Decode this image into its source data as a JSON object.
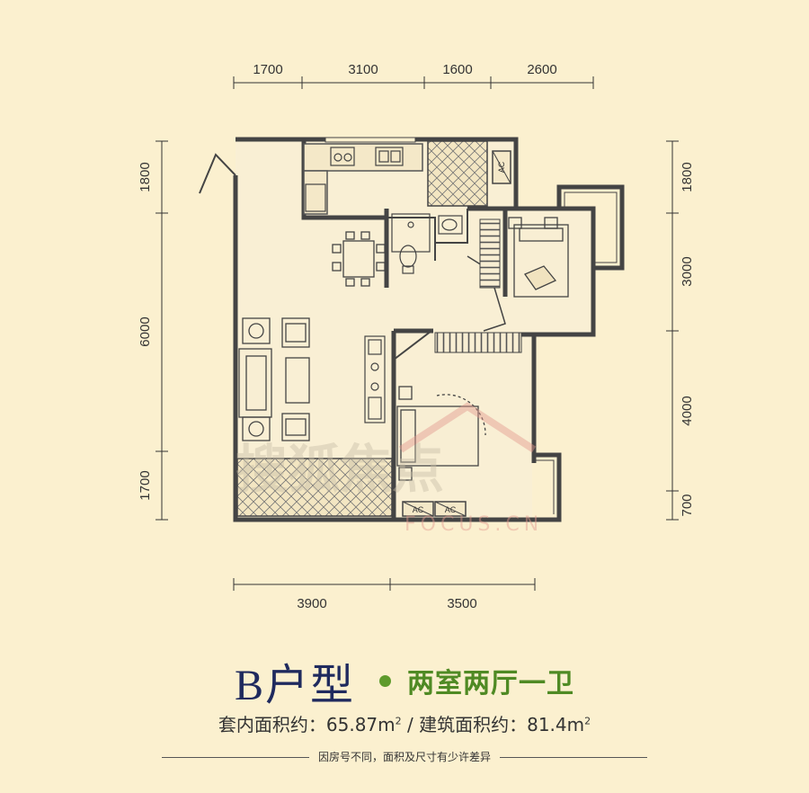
{
  "dimensions": {
    "top": [
      "1700",
      "3100",
      "1600",
      "2600"
    ],
    "bottom": [
      "3900",
      "3500"
    ],
    "left": [
      "1800",
      "6000",
      "1700"
    ],
    "right": [
      "1800",
      "3000",
      "4000",
      "700"
    ]
  },
  "plan_labels": {
    "ac_1": "AC",
    "ac_2": "AC",
    "ac_3": "AC"
  },
  "watermark": {
    "brand": "搜狐焦点",
    "domain": "FOCUS.CN"
  },
  "title": {
    "unit_type": "B户型",
    "layout": "两室两厅一卫"
  },
  "area": {
    "inner_label": "套内面积约：",
    "inner_value": "65.87m",
    "separator": " / ",
    "gross_label": "建筑面积约：",
    "gross_value": "81.4m",
    "unit_sup": "2"
  },
  "note": "因房号不同，面积及尺寸有少许差异",
  "colors": {
    "background": "#fbf0cf",
    "title_blue": "#1f2a5e",
    "accent_green": "#5e9a2c",
    "wall": "#444444",
    "watermark": "#e39a8f"
  }
}
